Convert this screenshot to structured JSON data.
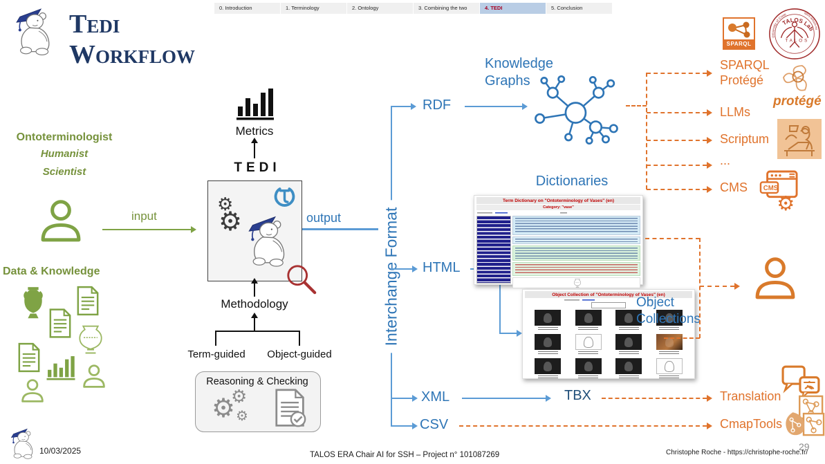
{
  "tabs": [
    {
      "label": "0. Introduction"
    },
    {
      "label": "1. Terminology"
    },
    {
      "label": "2. Ontology"
    },
    {
      "label": "3. Combining the two"
    },
    {
      "label": "4. TEDI"
    },
    {
      "label": "5. Conclusion"
    }
  ],
  "title": {
    "line1": "Tedi",
    "line2": "Workflow"
  },
  "actors": {
    "role": "Ontoterminologist",
    "sub1": "Humanist",
    "sub2": "Scientist",
    "input_label": "input",
    "data_label": "Data & Knowledge"
  },
  "engine": {
    "metrics": "Metrics",
    "tedi": "TEDI",
    "output_label": "output",
    "methodology": "Methodology",
    "term_guided": "Term-guided",
    "object_guided": "Object-guided",
    "reasoning": "Reasoning & Checking"
  },
  "interchange": {
    "label": "Interchange Format",
    "rdf": "RDF",
    "html": "HTML",
    "xml": "XML",
    "csv": "CSV",
    "tbx": "TBX"
  },
  "targets": {
    "knowledge_graphs": "Knowledge Graphs",
    "dictionaries": "Dictionaries",
    "object_collections": "Object Collections",
    "sparql": "SPARQL",
    "protege": "Protégé",
    "llms": "LLMs",
    "scriptum": "Scriptum",
    "ellipsis": "...",
    "cms": "CMS",
    "translation": "Translation",
    "cmaptools": "CmapTools"
  },
  "screenshots": {
    "dictionary_title": "Term Dictionary on \"Ontoterminology of Vases\" (en)",
    "dictionary_category": "Category: \"vase\"",
    "collection_title": "Object Collection of \"Ontoterminology of Vases\" (en)"
  },
  "logos": {
    "sparql_badge": "SPARQL",
    "protege_wordmark": "protégé",
    "talos_top": "TALOS Lab",
    "talos_left": "University of Crete",
    "talos_right": "talos-ai4ssh.eu",
    "talos_inner": "TALOS",
    "cms_badge": "CMS",
    "translation_letter": "A"
  },
  "footer": {
    "date": "10/03/2025",
    "project": "TALOS ERA Chair AI for SSH – Project n° 101087269",
    "author": "Christophe Roche - https://christophe-roche.fr/",
    "page": "29"
  },
  "colors": {
    "navy": "#1F3864",
    "green": "#76923C",
    "label_blue": "#2E75B6",
    "line_blue": "#5B9BD5",
    "orange": "#E0732C",
    "talos_red": "#A02B2B",
    "tab_active_bg": "#B9CDE5",
    "tab_active_text": "#A50021"
  }
}
